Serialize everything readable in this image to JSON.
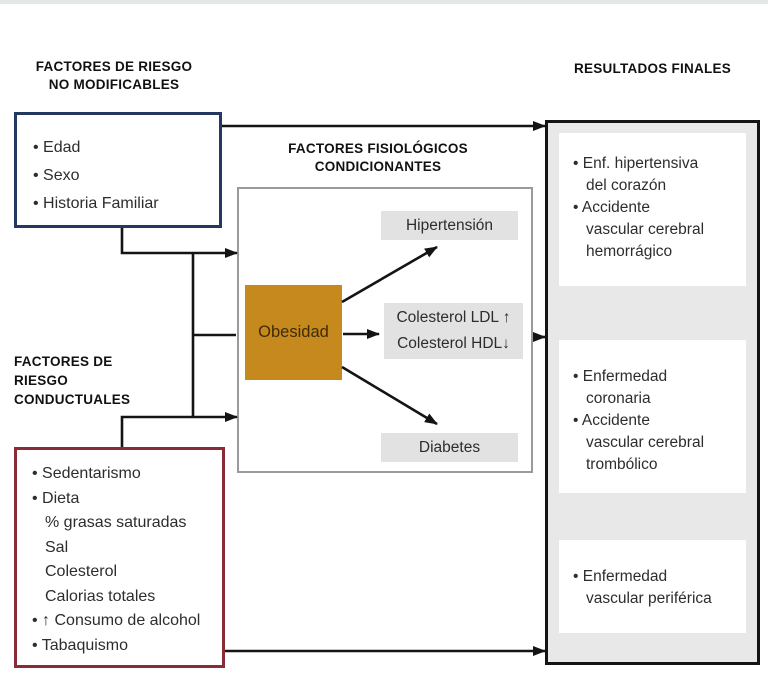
{
  "colors": {
    "nonmodifiable_border": "#24395f",
    "behavioral_border": "#882d38",
    "obesity_fill": "#c5891d",
    "condition_label_bg": "#e2e2e2",
    "results_box_bg": "#e8e8e8",
    "results_box_border": "#141414",
    "middle_box_border": "#9a9a9a",
    "connector_color": "#141414"
  },
  "nonmodifiable": {
    "heading": "FACTORES DE RIESGO\nNO MODIFICABLES",
    "items": [
      "• Edad",
      "• Sexo",
      "• Historia Familiar"
    ]
  },
  "physiological": {
    "heading": "FACTORES FISIOLÓGICOS\nCONDICIONANTES",
    "obesity_label": "Obesidad",
    "hypertension_label": "Hipertensión",
    "cholesterol_label": "Colesterol LDL ↑\nColesterol HDL↓",
    "diabetes_label": "Diabetes"
  },
  "results": {
    "heading": "RESULTADOS FINALES",
    "group1": [
      "• Enf. hipertensiva\ndel corazón",
      "• Accidente\nvascular cerebral\nhemorrágico"
    ],
    "group2": [
      "• Enfermedad\ncoronaria",
      "• Accidente\nvascular cerebral\ntrombólico"
    ],
    "group3": [
      "• Enfermedad\nvascular periférica"
    ]
  },
  "behavioral": {
    "heading": "FACTORES DE\nRIESGO\nCONDUCTUALES",
    "items": [
      "• Sedentarismo",
      "• Dieta",
      "% grasas saturadas",
      "Sal",
      "Colesterol",
      "Calorias totales",
      "• ↑ Consumo de alcohol",
      "• Tabaquismo"
    ]
  }
}
